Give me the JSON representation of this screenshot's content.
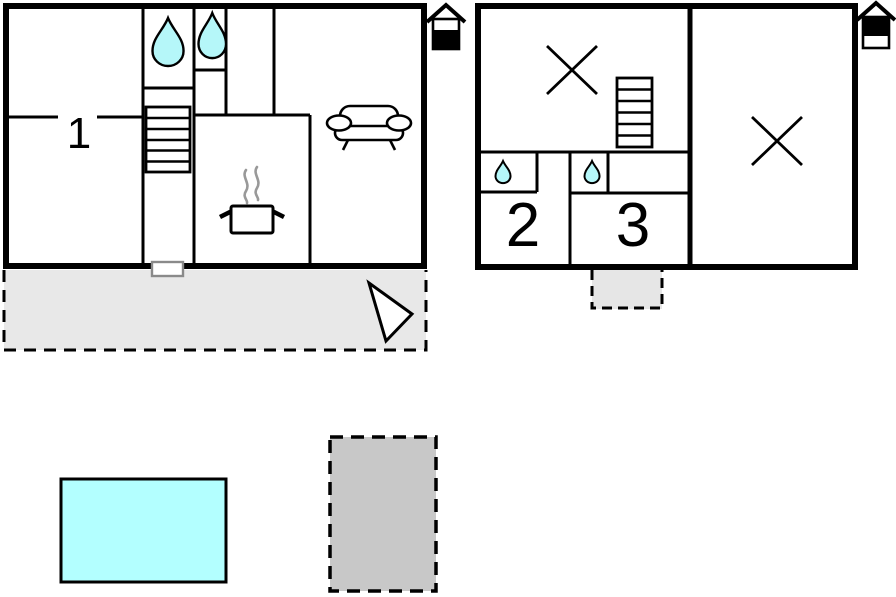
{
  "colors": {
    "wall": "#000000",
    "water_drop": "#b5f7f9",
    "pool": "#b3ffff",
    "terrace": "#e8e8e8",
    "patio_small": "#e6e6e6",
    "patio": "#c8c8c8",
    "steam": "#999999",
    "door": "#8a8a8a"
  },
  "ground_floor": {
    "room_label": "1",
    "icons": [
      "water-drop-icon",
      "water-drop-icon",
      "stairs-icon",
      "sofa-icon",
      "cooking-pot-icon",
      "steam-icon",
      "entrance-door",
      "north-arrow-icon",
      "house-level-ground-icon"
    ]
  },
  "upper_floor": {
    "room_labels": [
      "2",
      "3"
    ],
    "icons": [
      "cross-mark-icon",
      "cross-mark-icon",
      "stairs-icon",
      "water-drop-icon",
      "water-drop-icon",
      "house-level-upper-icon"
    ]
  },
  "outdoor": {
    "icons": [
      "swimming-pool",
      "patio"
    ]
  }
}
